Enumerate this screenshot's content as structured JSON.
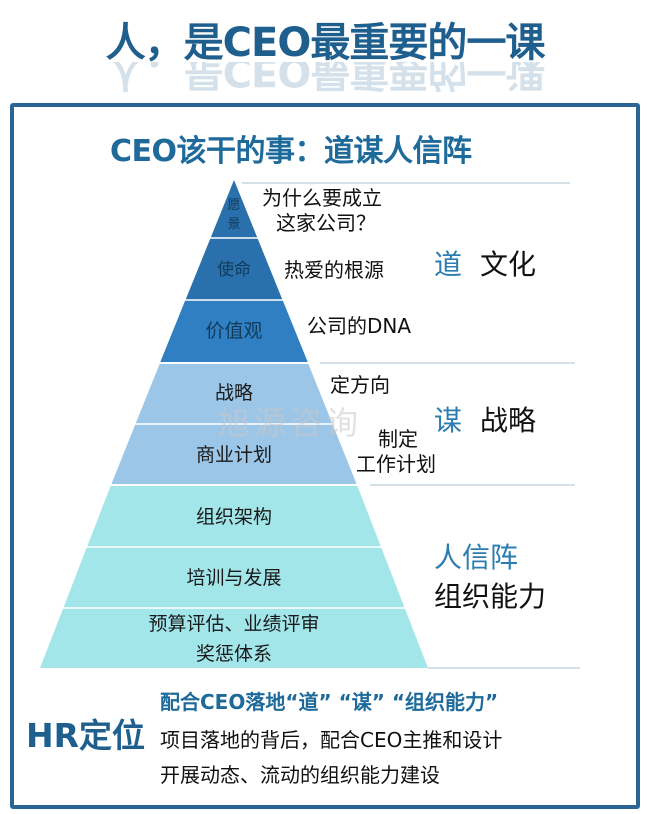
{
  "header": {
    "title": "人，是CEO最重要的一课"
  },
  "panel": {
    "subtitle": "CEO该干的事：道谋人信阵",
    "watermark": "旭源咨询",
    "pyramid": {
      "layers": [
        {
          "label": "愿景",
          "color": "#2a70ac",
          "description": "为什么要成立这家公司？",
          "description_lines": [
            "为什么要成立",
            "这家公司？"
          ]
        },
        {
          "label": "使命",
          "color": "#2a70ac",
          "description": "热爱的根源"
        },
        {
          "label": "价值观",
          "color": "#2f7fc2",
          "description": "公司的DNA"
        },
        {
          "label": "战略",
          "color": "#9cc6e8",
          "description": "定方向"
        },
        {
          "label": "商业计划",
          "color": "#9cc6e8",
          "description": "制定工作计划",
          "description_lines": [
            "制定",
            "工作计划"
          ]
        },
        {
          "label": "组织架构",
          "color": "#a3e6ea",
          "description": ""
        },
        {
          "label": "培训与发展",
          "color": "#a3e6ea",
          "description": ""
        },
        {
          "label": "预算评估、业绩评审奖惩体系",
          "label_lines": [
            "预算评估、业绩评审",
            "奖惩体系"
          ],
          "color": "#a3e6ea",
          "description": ""
        }
      ]
    },
    "categories": [
      {
        "key": "道",
        "value": "文化"
      },
      {
        "key": "谋",
        "value": "战略"
      },
      {
        "key": "人信阵",
        "value": "组织能力"
      }
    ]
  },
  "hr": {
    "label": "HR定位",
    "headline": "配合CEO落地“道” “谋” “组织能力”",
    "lines": [
      "项目落地的背后，配合CEO主推和设计",
      "开展动态、流动的组织能力建设"
    ]
  },
  "colors": {
    "title_blue": "#1e5f8e",
    "frame_blue": "#2a6596",
    "tier_dark": "#2a70ac",
    "tier_mid": "#9cc6e8",
    "tier_light": "#a3e6ea",
    "accent_key": "#2b7cb0"
  }
}
